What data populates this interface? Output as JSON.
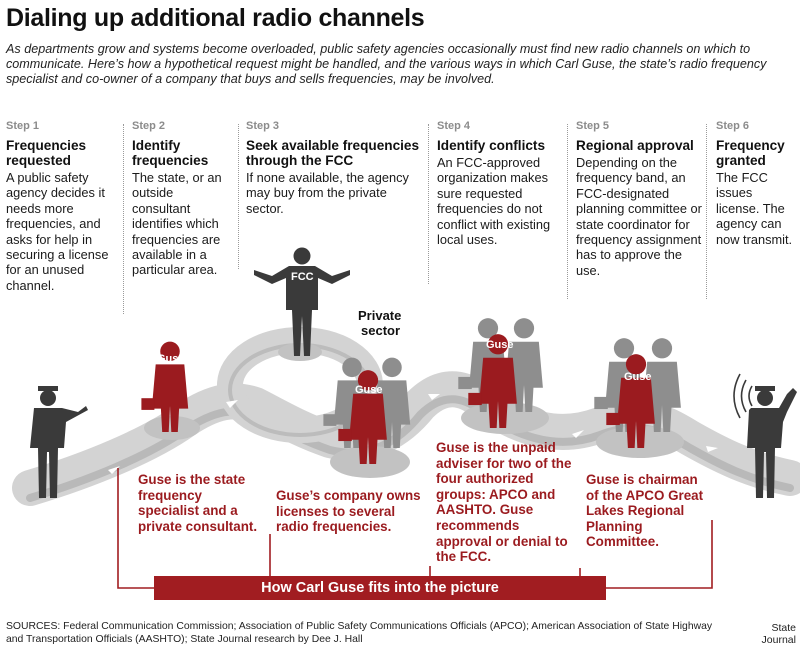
{
  "title": "Dialing up additional radio channels",
  "intro": "As departments grow and systems become overloaded, public safety agencies occasionally must find new radio channels on which to communicate. Here’s how a hypothetical request might be handled, and the various ways in which Carl Guse, the state’s radio frequency specialist and co-owner of a company that buys and sells frequencies, may be involved.",
  "steps": [
    {
      "num": "Step 1",
      "head": "Frequencies requested",
      "body": "A public safety agency decides it needs more frequencies, and asks for help in securing a license for an unused channel."
    },
    {
      "num": "Step 2",
      "head": "Identify frequencies",
      "body": "The state, or an outside consultant identifies which frequencies are available in a particular area."
    },
    {
      "num": "Step 3",
      "head": "Seek available frequencies through the FCC",
      "body": "If none available, the agency may buy from the private sector."
    },
    {
      "num": "Step 4",
      "head": "Identify conflicts",
      "body": "An FCC-approved organization makes sure requested frequencies do not conflict with existing local uses."
    },
    {
      "num": "Step 5",
      "head": "Regional approval",
      "body": "Depending on the frequency band, an FCC-designated planning committee or state coordinator for frequency assignment has to approve the use."
    },
    {
      "num": "Step 6",
      "head": "Frequency granted",
      "body": "The FCC issues license. The agency can now transmit."
    }
  ],
  "figures": {
    "guse": "Guse",
    "fcc": "FCC",
    "private_sector": "Private sector"
  },
  "notes": [
    "Guse is the state frequency specialist and a private consultant.",
    "Guse’s company owns licenses to several radio frequencies.",
    "Guse is the unpaid adviser for two of the four authorized groups: APCO and AASHTO. Guse recommends approval or denial to the FCC.",
    "Guse is chairman of the APCO Great Lakes Regional Planning Committee."
  ],
  "banner": "How Carl Guse fits into the picture",
  "sources": "SOURCES: Federal Communication Commission; Association of Public Safety Communications Officials (APCO); American Association of State Highway and Transportation Officials (AASHTO); State Journal research by Dee J. Hall",
  "credit": "State Journal",
  "colors": {
    "accent_red": "#a11d21",
    "guse_red": "#9b1b1f",
    "path_gray": "#c9c9c9",
    "figure_dark": "#3a3a3a",
    "figure_gray": "#8e8e8e"
  }
}
